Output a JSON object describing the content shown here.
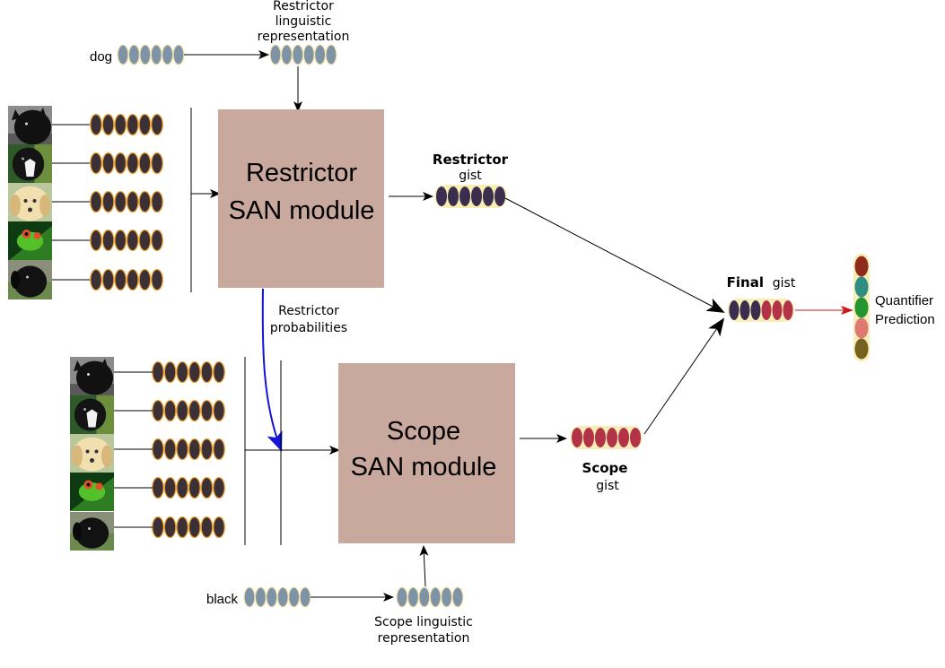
{
  "restrictor_word": "dog",
  "scope_word": "black",
  "restrictor_ling": {
    "line1": "Restrictor",
    "line2": "linguistic",
    "line3": "representation"
  },
  "scope_ling": {
    "line1": "Scope linguistic",
    "line2": "representation"
  },
  "restrictor_module": {
    "line1": "Restrictor",
    "line2": "SAN module"
  },
  "scope_module": {
    "line1": "Scope",
    "line2": "SAN module"
  },
  "restrictor_gist": {
    "bold": "Restrictor",
    "rest": "gist"
  },
  "scope_gist": {
    "bold": "Scope",
    "rest": "gist"
  },
  "final_gist": {
    "bold": "Final",
    "rest": "gist"
  },
  "restrictor_probs": {
    "line1": "Restrictor",
    "line2": "probabilities"
  },
  "quantifier": {
    "line1": "Quantifier",
    "line2": "Prediction"
  },
  "colors": {
    "module": "#c9a89e",
    "ling_vector": "#7f93a6",
    "image_vector": "#3b3035",
    "image_vector_border": "#f0a93a",
    "restrictor_gist_vector": "#3b2d4e",
    "scope_gist_vector": "#b23248",
    "probability_arrow": "#1515d8",
    "prediction_arrow": "#cc1a1a",
    "quantifier_classes": [
      "#8f2a1c",
      "#2f8d82",
      "#24962f",
      "#de7a72",
      "#76611e"
    ]
  },
  "icons": [
    "black-dog-icon",
    "black-white-puppy-icon",
    "golden-puppy-icon",
    "green-frog-icon",
    "black-puppy-icon"
  ]
}
